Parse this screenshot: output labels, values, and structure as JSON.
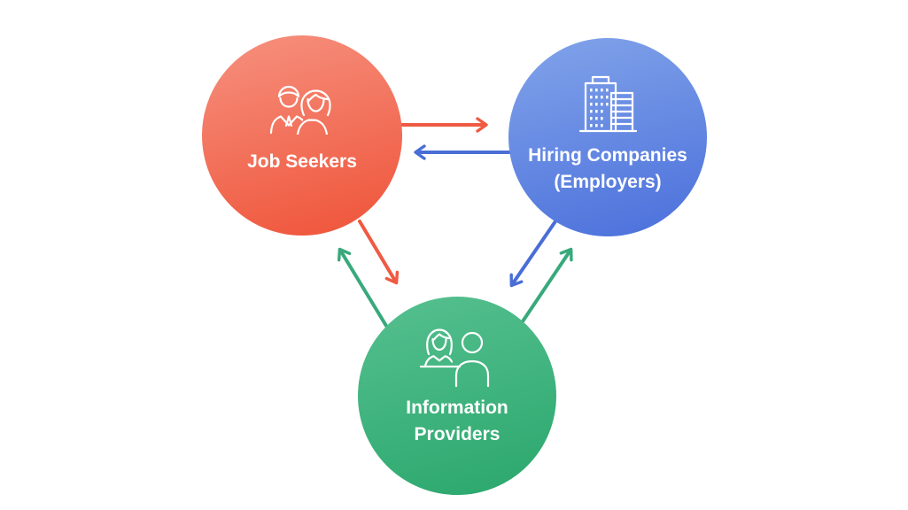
{
  "diagram": {
    "background": "#ffffff",
    "text_color": "#ffffff",
    "nodes": [
      {
        "id": "job-seekers",
        "lines": [
          "Job Seekers"
        ],
        "icon": "job-seekers-people-icon",
        "gradient_top": "#F6917F",
        "gradient_bottom": "#EF5338"
      },
      {
        "id": "hiring-companies",
        "lines": [
          "Hiring Companies",
          "(Employers)"
        ],
        "icon": "office-building-icon",
        "gradient_top": "#82A4EA",
        "gradient_bottom": "#4A6FDB"
      },
      {
        "id": "information-providers",
        "lines": [
          "Information",
          "Providers"
        ],
        "icon": "consultation-desk-icon",
        "gradient_top": "#56C090",
        "gradient_bottom": "#2AA76C"
      }
    ],
    "edge_colors": {
      "red": "#EF5A43",
      "blue": "#4A6ED6",
      "green": "#38A97B"
    },
    "edges": [
      {
        "from": "Job Seekers",
        "to": "Hiring Companies (Employers)",
        "color": "red"
      },
      {
        "from": "Hiring Companies (Employers)",
        "to": "Job Seekers",
        "color": "blue"
      },
      {
        "from": "Job Seekers",
        "to": "Information Providers",
        "color": "red"
      },
      {
        "from": "Information Providers",
        "to": "Job Seekers",
        "color": "green"
      },
      {
        "from": "Hiring Companies (Employers)",
        "to": "Information Providers",
        "color": "blue"
      },
      {
        "from": "Information Providers",
        "to": "Hiring Companies (Employers)",
        "color": "green"
      }
    ]
  }
}
